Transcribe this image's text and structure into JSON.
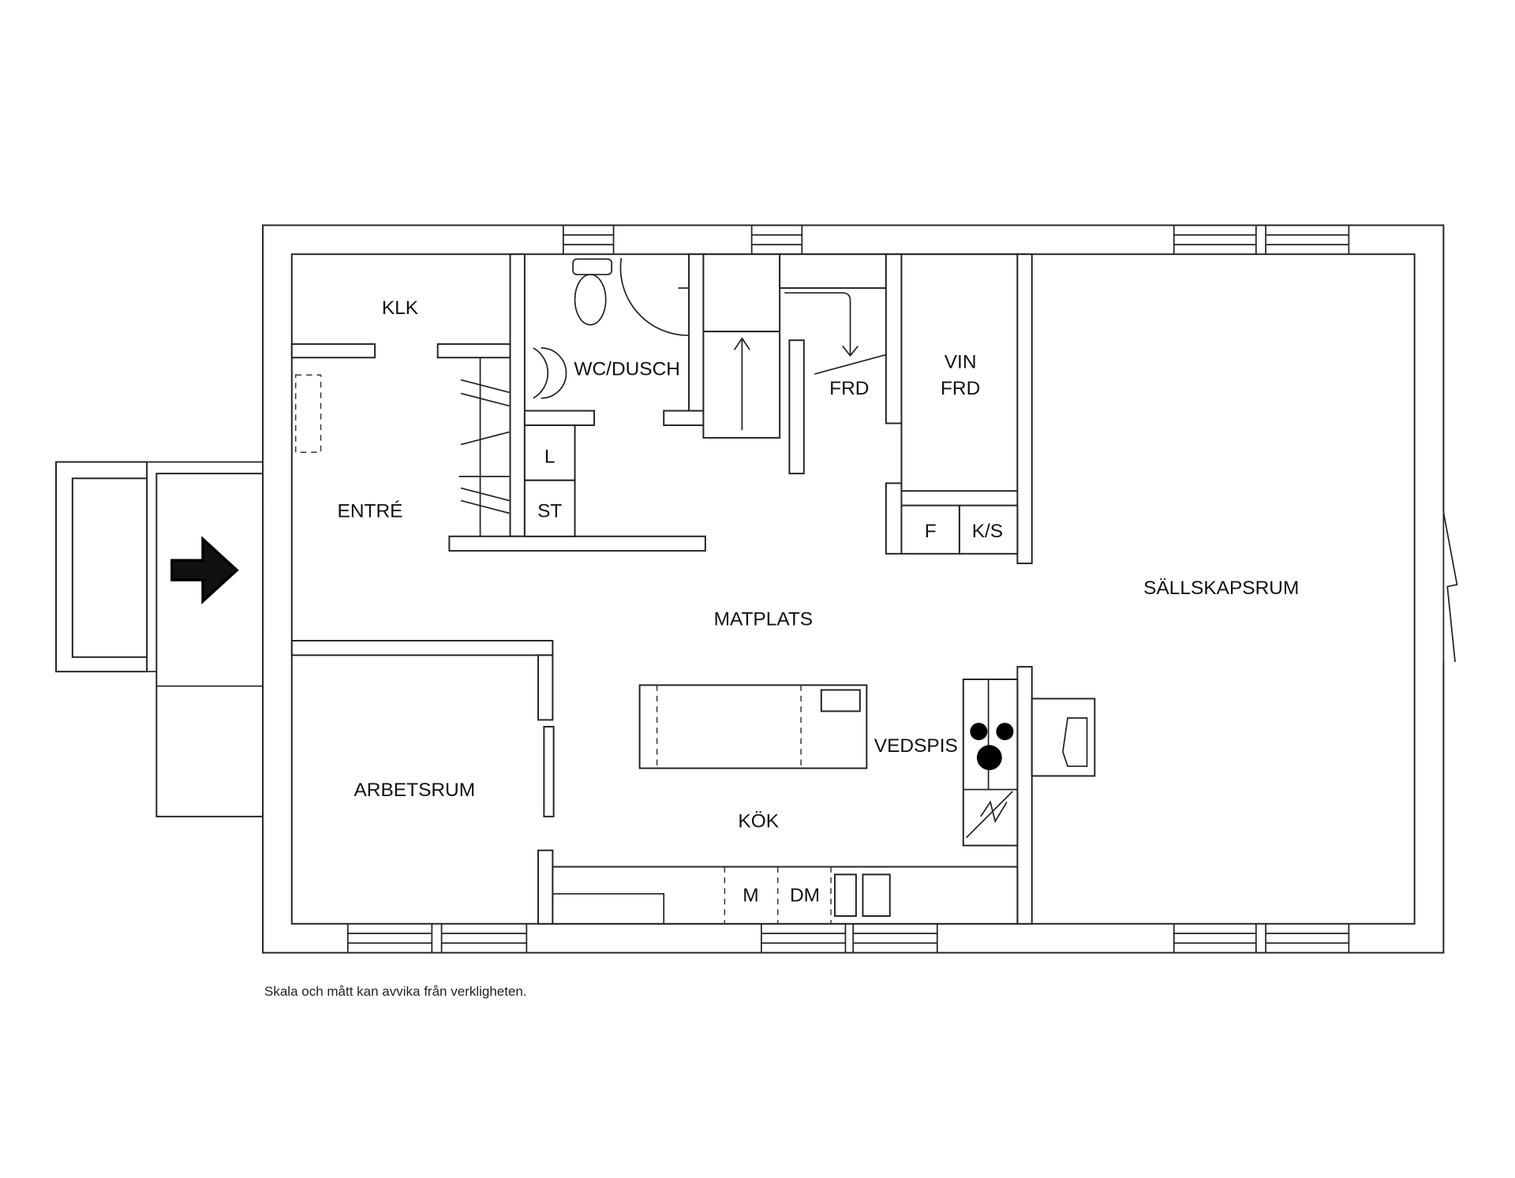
{
  "rooms": {
    "klk": "KLK",
    "wc": "WC/DUSCH",
    "entre": "ENTRÉ",
    "laundry": "L",
    "storage": "ST",
    "frd": "FRD",
    "vin_frd_1": "VIN",
    "vin_frd_2": "FRD",
    "freezer": "F",
    "fridge": "K/S",
    "matplats": "MATPLATS",
    "sallskapsrum": "SÄLLSKAPSRUM",
    "vedspis": "VEDSPIS",
    "arbetsrum": "ARBETSRUM",
    "kok": "KÖK",
    "microwave": "M",
    "dishwasher": "DM"
  },
  "disclaimer": "Skala och mått kan avvika från verkligheten."
}
